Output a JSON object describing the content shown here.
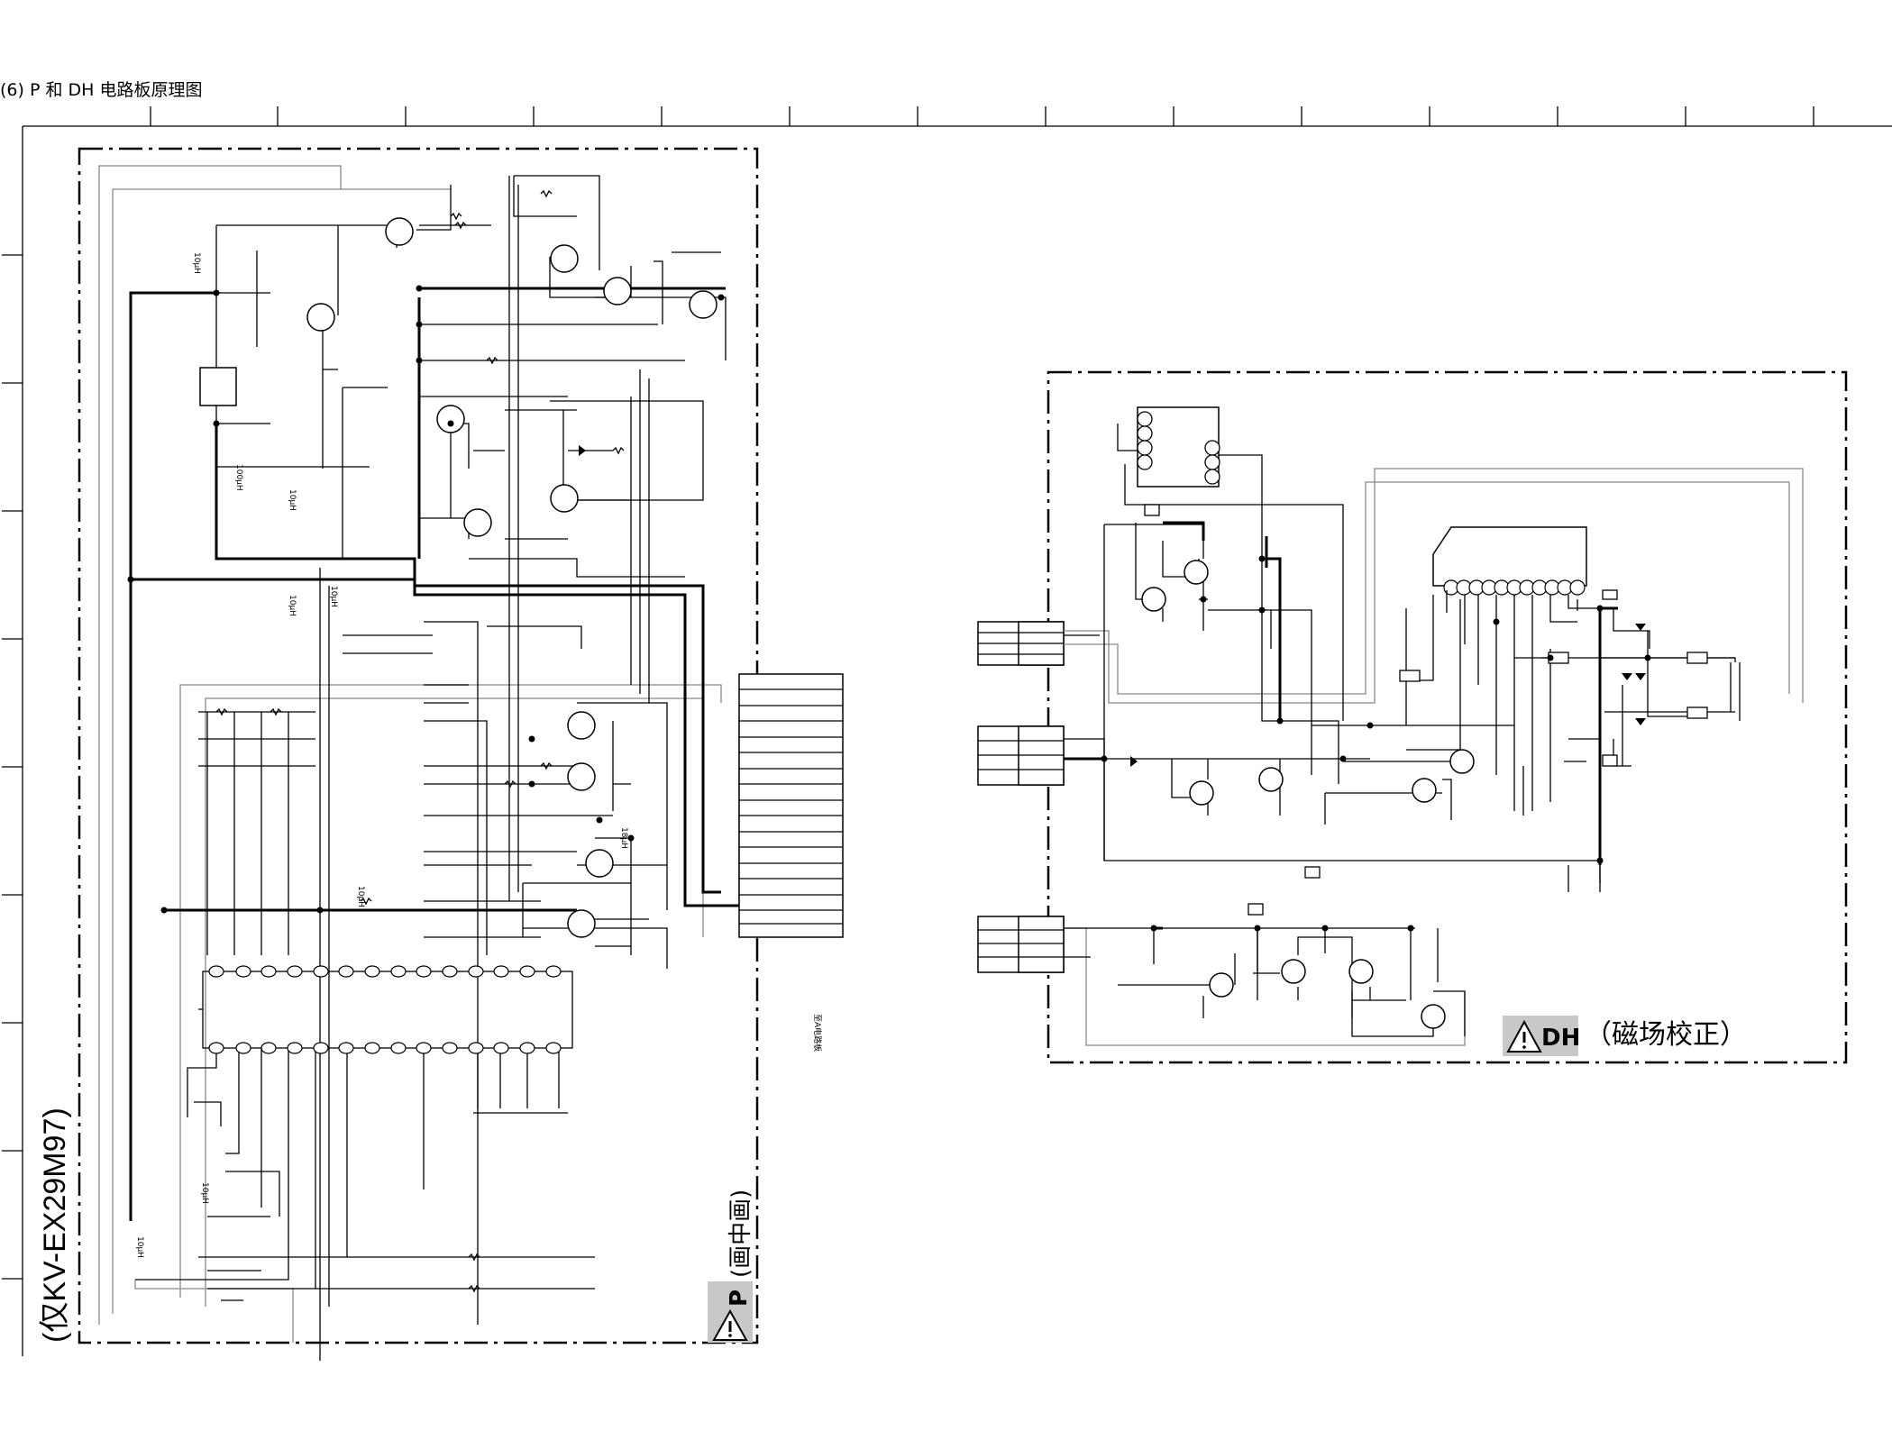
{
  "page": {
    "title": "(6) P 和 DH 电路板原理图"
  },
  "board_p": {
    "model_note": "(仅KV-EX29M97)",
    "badge_label": "P",
    "badge_desc": "(画中画)",
    "connector_caption": "至A电路板"
  },
  "board_dh": {
    "badge_label": "DH",
    "badge_desc": "（磁场校正）"
  },
  "component_labels": {
    "inductor_10uh": "10μH",
    "inductor_100uh": "100μH",
    "inductor_18uh": "18μH"
  },
  "colors": {
    "line": "#000000",
    "badge_bg": "#c8c8c8",
    "secondary_wire": "#888888"
  }
}
